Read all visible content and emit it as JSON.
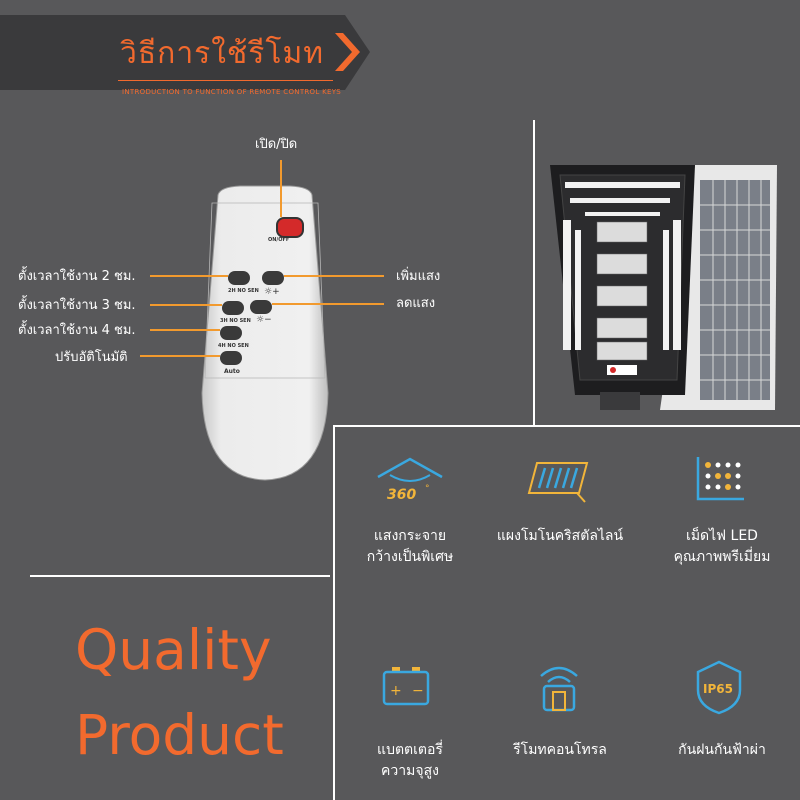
{
  "header": {
    "title": "วิธีการใช้รีโมท",
    "subtitle": "INTRODUCTION TO FUNCTION OF REMOTE CONTROL KEYS"
  },
  "remote": {
    "power_label": "เปิด/ปิด",
    "on_off": "ON/OFF",
    "btn_2h": "2H NO SEN",
    "btn_3h": "3H NO SEN",
    "btn_4h": "4H NO SEN",
    "btn_auto": "Auto",
    "left_labels": [
      "ตั้งเวลาใช้งาน 2 ชม.",
      "ตั้งเวลาใช้งาน 3 ชม.",
      "ตั้งเวลาใช้งาน 4 ชม.",
      "ปรับอัติโนมัติ"
    ],
    "right_labels": [
      "เพิ่มแสง",
      "ลดแสง"
    ]
  },
  "features": [
    {
      "icon": "360-light-icon",
      "badge": "360°",
      "line1": "แสงกระจาย",
      "line2": "กว้างเป็นพิเศษ"
    },
    {
      "icon": "solar-panel-icon",
      "line1": "แผงโมโนคริสตัลไลน์",
      "line2": ""
    },
    {
      "icon": "led-chip-icon",
      "line1": "เม็ดไฟ LED",
      "line2": "คุณภาพพรีเมี่ยม"
    },
    {
      "icon": "battery-icon",
      "line1": "แบตตเตอรี่",
      "line2": "ความจุสูง"
    },
    {
      "icon": "remote-signal-icon",
      "line1": "รีโมทคอนโทรล",
      "line2": ""
    },
    {
      "icon": "ip65-shield-icon",
      "badge": "IP65",
      "line1": "กันฝนกันฟ้าผ่า",
      "line2": ""
    }
  ],
  "quality": {
    "line1": "Quality",
    "line2": "Product"
  },
  "colors": {
    "background": "#58585a",
    "accent_orange": "#f26a2e",
    "line_orange": "#f29a2e",
    "icon_blue": "#3aa8e0",
    "icon_yellow": "#f2b53a"
  }
}
